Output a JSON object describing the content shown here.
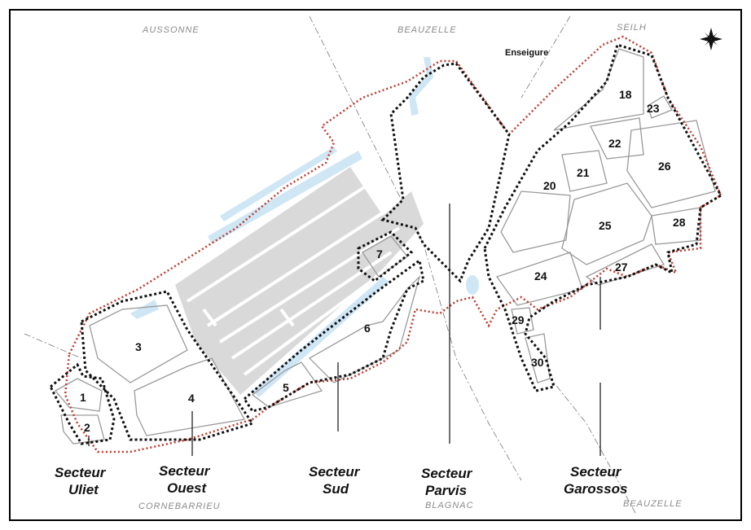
{
  "communes": {
    "aussonne": "AUSSONNE",
    "beauzelle_top": "BEAUZELLE",
    "seilh": "SEILH",
    "cornebarrieu": "CORNEBARRIEU",
    "blagnac": "BLAGNAC",
    "beauzelle_bottom": "BEAUZELLE"
  },
  "place_labels": {
    "enseigure": "Enseigure"
  },
  "lots": [
    "1",
    "2",
    "3",
    "4",
    "5",
    "6",
    "7",
    "18",
    "20",
    "21",
    "22",
    "23",
    "24",
    "25",
    "26",
    "27",
    "28",
    "29",
    "30"
  ],
  "sectors": {
    "uliet": [
      "Secteur",
      "Uliet"
    ],
    "ouest": [
      "Secteur",
      "Ouest"
    ],
    "sud": [
      "Secteur",
      "Sud"
    ],
    "parvis": [
      "Secteur",
      "Parvis"
    ],
    "garossos": [
      "Secteur",
      "Garossos"
    ]
  },
  "colors": {
    "perimeter": "#c0392b",
    "sector_boundary": "#111111",
    "water": "#cfe6f5",
    "runway": "#d9d9d9",
    "road": "#9a9a9a",
    "frame": "#000000"
  },
  "icons": {
    "compass": "compass-rose-icon"
  }
}
